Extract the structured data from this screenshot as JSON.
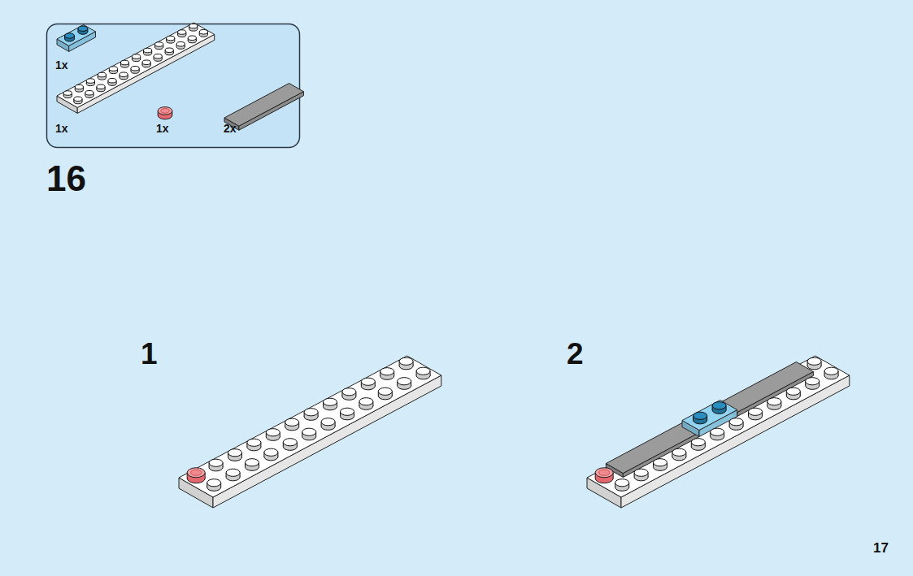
{
  "diagram": {
    "labels": [
      "1x",
      "1x",
      "1x",
      "2x",
      "16",
      "1",
      "2",
      "17"
    ]
  }
}
